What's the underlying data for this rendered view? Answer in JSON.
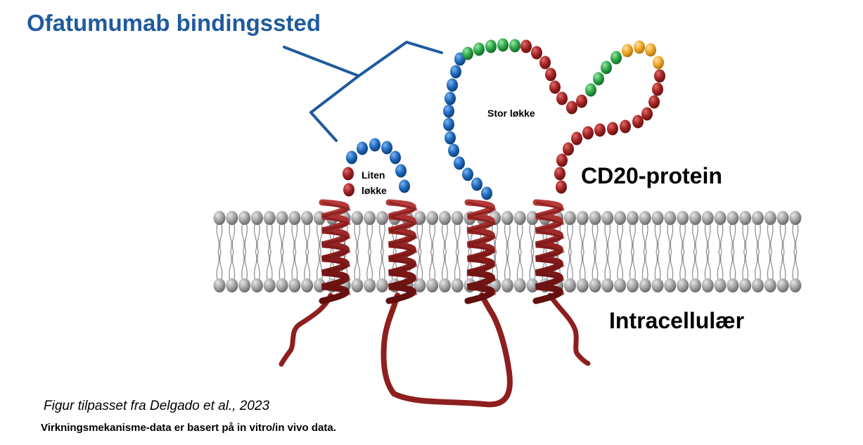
{
  "title": "Ofatumumab bindingssted",
  "labels": {
    "small_loop_line1": "Liten",
    "small_loop_line2": "løkke",
    "large_loop": "Stor løkke",
    "protein": "CD20-protein",
    "intracellular": "Intracellulær"
  },
  "caption": "Figur tilpasset fra Delgado et al., 2023",
  "note": "Virkningsmekanisme-data er basert på in vitro/in vivo data.",
  "colors": {
    "title": "#1f5a9e",
    "bracket": "#1f5a9e",
    "residue_red": "#a32424",
    "residue_blue": "#1f6bbf",
    "residue_green": "#2fa84a",
    "residue_orange": "#f0a82a",
    "membrane_head": "#9a9a9a",
    "helix": "#8e1f1f"
  }
}
